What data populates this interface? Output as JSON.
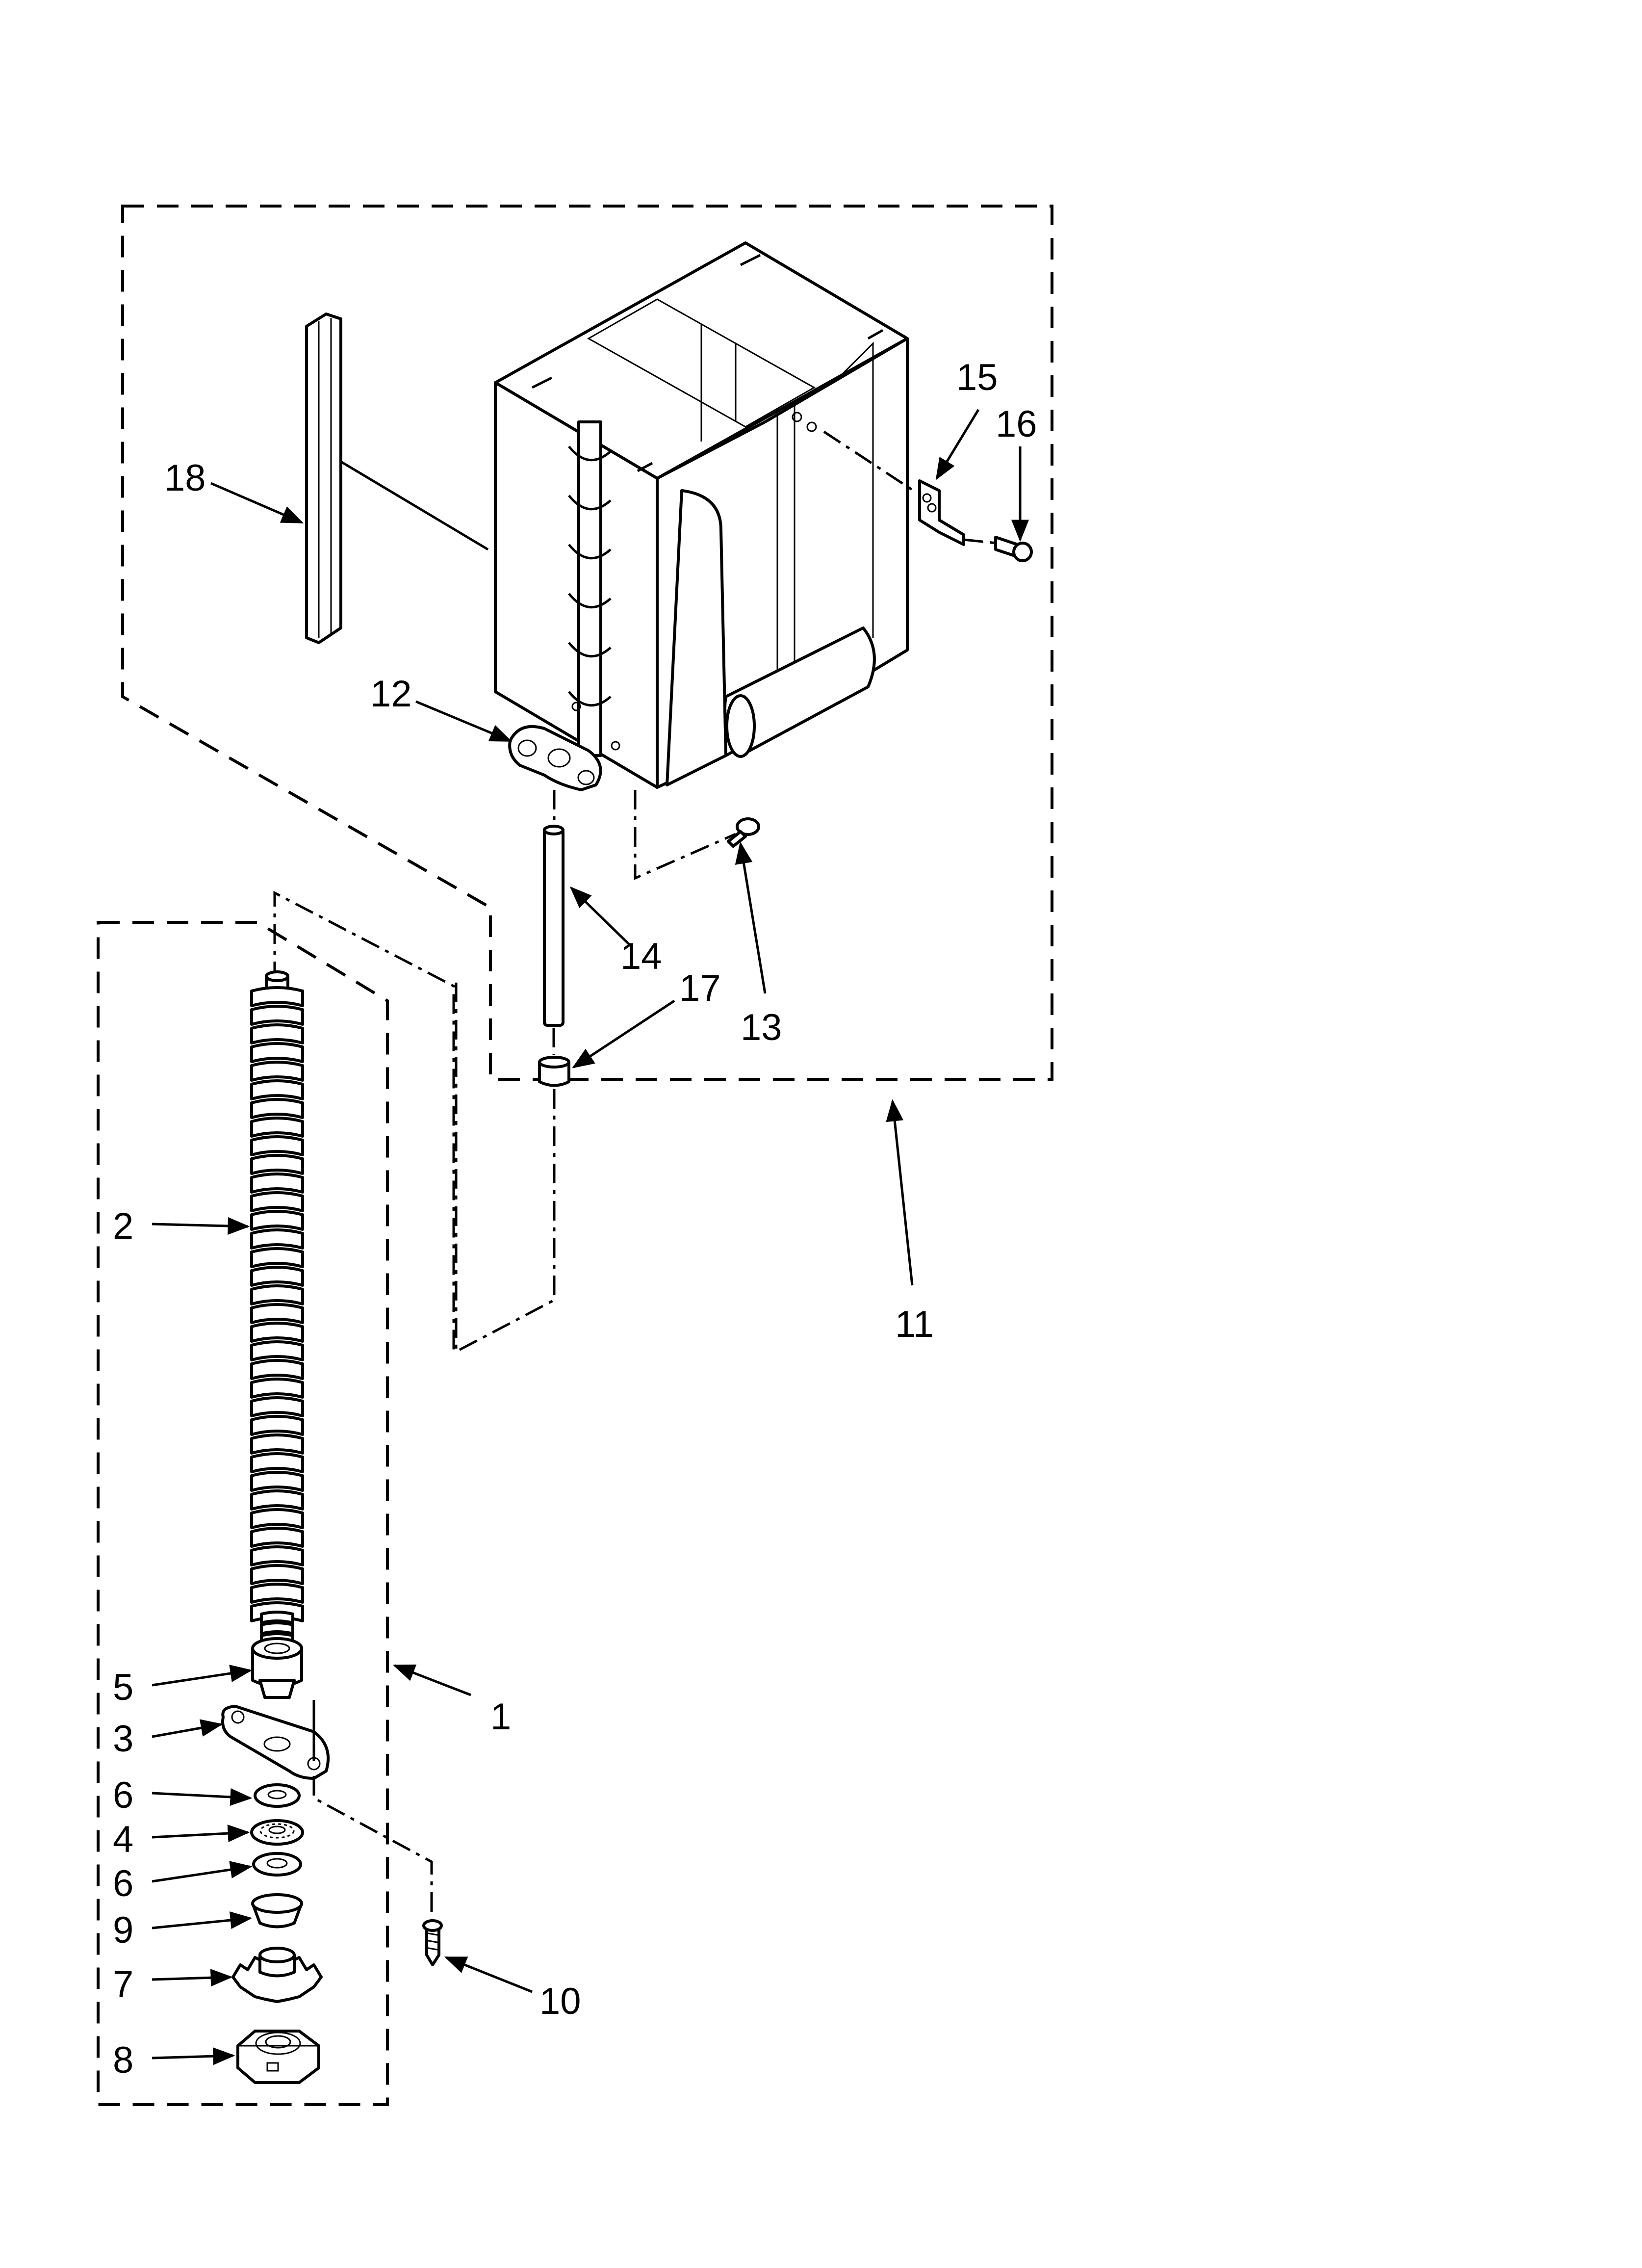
{
  "callouts": {
    "c1": "1",
    "c2": "2",
    "c3": "3",
    "c4": "4",
    "c5": "5",
    "c6a": "6",
    "c6b": "6",
    "c7": "7",
    "c8": "8",
    "c9": "9",
    "c10": "10",
    "c11": "11",
    "c12": "12",
    "c13": "13",
    "c14": "14",
    "c15": "15",
    "c16": "16",
    "c17": "17",
    "c18": "18"
  }
}
